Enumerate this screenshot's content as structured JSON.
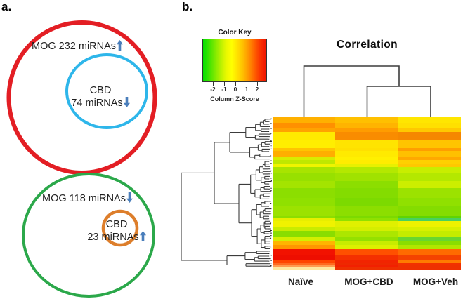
{
  "panel_a": {
    "label": "a.",
    "arrow_color": "#4a7ebb",
    "venn_top": {
      "outer": {
        "label": "MOG 232 miRNAs",
        "direction": "up",
        "color": "#e31e24"
      },
      "inner": {
        "line1": "CBD",
        "line2": "74 miRNAs",
        "direction": "down",
        "color": "#2eb6ea"
      }
    },
    "venn_bottom": {
      "outer": {
        "label": "MOG 118 miRNAs",
        "direction": "down",
        "color": "#2ba84a"
      },
      "inner": {
        "line1": "CBD",
        "line2": "23 miRNAs",
        "direction": "up",
        "color": "#dd7e2b"
      }
    }
  },
  "panel_b": {
    "label": "b.",
    "title": "Correlation",
    "color_key": {
      "title": "Color Key",
      "axis_label": "Column Z-Score",
      "ticks": [
        "-2",
        "-1",
        "0",
        "1",
        "2"
      ]
    },
    "column_labels": [
      "Naïve",
      "MOG+CBD",
      "MOG+Veh"
    ]
  },
  "chart_data": [
    {
      "type": "venn",
      "panel": "a-top",
      "sets": [
        {
          "name": "MOG",
          "mirna_count": 232,
          "regulation": "up",
          "circle_color": "#e31e24"
        },
        {
          "name": "CBD",
          "mirna_count": 74,
          "regulation": "down",
          "circle_color": "#2eb6ea",
          "subset_of": "MOG"
        }
      ]
    },
    {
      "type": "venn",
      "panel": "a-bottom",
      "sets": [
        {
          "name": "MOG",
          "mirna_count": 118,
          "regulation": "down",
          "circle_color": "#2ba84a"
        },
        {
          "name": "CBD",
          "mirna_count": 23,
          "regulation": "up",
          "circle_color": "#dd7e2b",
          "subset_of": "MOG"
        }
      ]
    },
    {
      "type": "heatmap",
      "panel": "b",
      "title": "Correlation",
      "columns": [
        "Naïve",
        "MOG+CBD",
        "MOG+Veh"
      ],
      "column_dendrogram": {
        "first_join": [
          "MOG+CBD",
          "MOG+Veh"
        ],
        "second_join": [
          "Naïve",
          "(MOG+CBD,MOG+Veh)"
        ]
      },
      "row_labels_legible": false,
      "colorbar": {
        "title": "Color Key",
        "label": "Column Z-Score",
        "ticks": [
          -2,
          -1,
          0,
          1,
          2
        ],
        "range": [
          -3,
          3
        ],
        "gradient": [
          "#00e000",
          "#3ce300",
          "#7ae900",
          "#b4f000",
          "#e8f800",
          "#ffff00",
          "#ffe000",
          "#ffbc00",
          "#ff9000",
          "#ff5e00",
          "#f93000",
          "#ee1400"
        ]
      },
      "rows_z_stripes_note": "approximate per-row colors read from pixels, columns ordered [Naïve, MOG+CBD, MOG+Veh]",
      "rows": [
        {
          "h": 9,
          "c": [
            "#ffb000",
            "#ffc000",
            "#ffe600"
          ]
        },
        {
          "h": 7,
          "c": [
            "#ff9000",
            "#ffb400",
            "#ffe000"
          ]
        },
        {
          "h": 6,
          "c": [
            "#ffa300",
            "#ff9c00",
            "#ffc800"
          ]
        },
        {
          "h": 11,
          "c": [
            "#ffea00",
            "#f98c00",
            "#f58700"
          ]
        },
        {
          "h": 12,
          "c": [
            "#ffee00",
            "#ffe400",
            "#ffc400"
          ]
        },
        {
          "h": 4,
          "c": [
            "#ffc400",
            "#ffe000",
            "#ff9e00"
          ]
        },
        {
          "h": 8,
          "c": [
            "#ffae00",
            "#ffea00",
            "#ffc000"
          ]
        },
        {
          "h": 5,
          "c": [
            "#d8ec00",
            "#fff000",
            "#ffa800"
          ]
        },
        {
          "h": 5,
          "c": [
            "#bfe800",
            "#ffec00",
            "#ffd000"
          ]
        },
        {
          "h": 5,
          "c": [
            "#eff400",
            "#e8f000",
            "#ffc800"
          ]
        },
        {
          "h": 8,
          "c": [
            "#a8e400",
            "#b4e800",
            "#c8ee00"
          ]
        },
        {
          "h": 12,
          "c": [
            "#98e000",
            "#a0e200",
            "#b4e800"
          ]
        },
        {
          "h": 10,
          "c": [
            "#a4e400",
            "#8cde00",
            "#ccee00"
          ]
        },
        {
          "h": 14,
          "c": [
            "#8cde00",
            "#84dc00",
            "#9ce200"
          ]
        },
        {
          "h": 12,
          "c": [
            "#90e000",
            "#7cda00",
            "#90e000"
          ]
        },
        {
          "h": 14,
          "c": [
            "#9ce200",
            "#8cde00",
            "#84dc00"
          ]
        },
        {
          "h": 3,
          "c": [
            "#8cde00",
            "#7cda00",
            "#60d400"
          ]
        },
        {
          "h": 4,
          "c": [
            "#e8ee00",
            "#90e000",
            "#48d060"
          ]
        },
        {
          "h": 8,
          "c": [
            "#f0f200",
            "#e0f000",
            "#eef200"
          ]
        },
        {
          "h": 6,
          "c": [
            "#c8ec00",
            "#d4ee00",
            "#d8f000"
          ]
        },
        {
          "h": 8,
          "c": [
            "#8add00",
            "#ace600",
            "#c4ec00"
          ]
        },
        {
          "h": 6,
          "c": [
            "#d4ee00",
            "#94e000",
            "#68d630"
          ]
        },
        {
          "h": 6,
          "c": [
            "#ffb400",
            "#c8ec00",
            "#8add00"
          ]
        },
        {
          "h": 6,
          "c": [
            "#ff9600",
            "#dcf000",
            "#b0e600"
          ]
        },
        {
          "h": 9,
          "c": [
            "#f21200",
            "#ff5000",
            "#ff6a00"
          ]
        },
        {
          "h": 7,
          "c": [
            "#ee0e00",
            "#f43000",
            "#f44200"
          ]
        },
        {
          "h": 3,
          "c": [
            "#ff4600",
            "#f22400",
            "#ff7a00"
          ]
        },
        {
          "h": 4,
          "c": [
            "#ff6a20",
            "#ee2800",
            "#f23000"
          ]
        },
        {
          "h": 3,
          "c": [
            "#ff9c50",
            "#f22000",
            "#ee3000"
          ]
        },
        {
          "h": 3,
          "c": [
            "#ffe9a0",
            "#ee3000",
            "#ee3000"
          ]
        }
      ]
    }
  ]
}
